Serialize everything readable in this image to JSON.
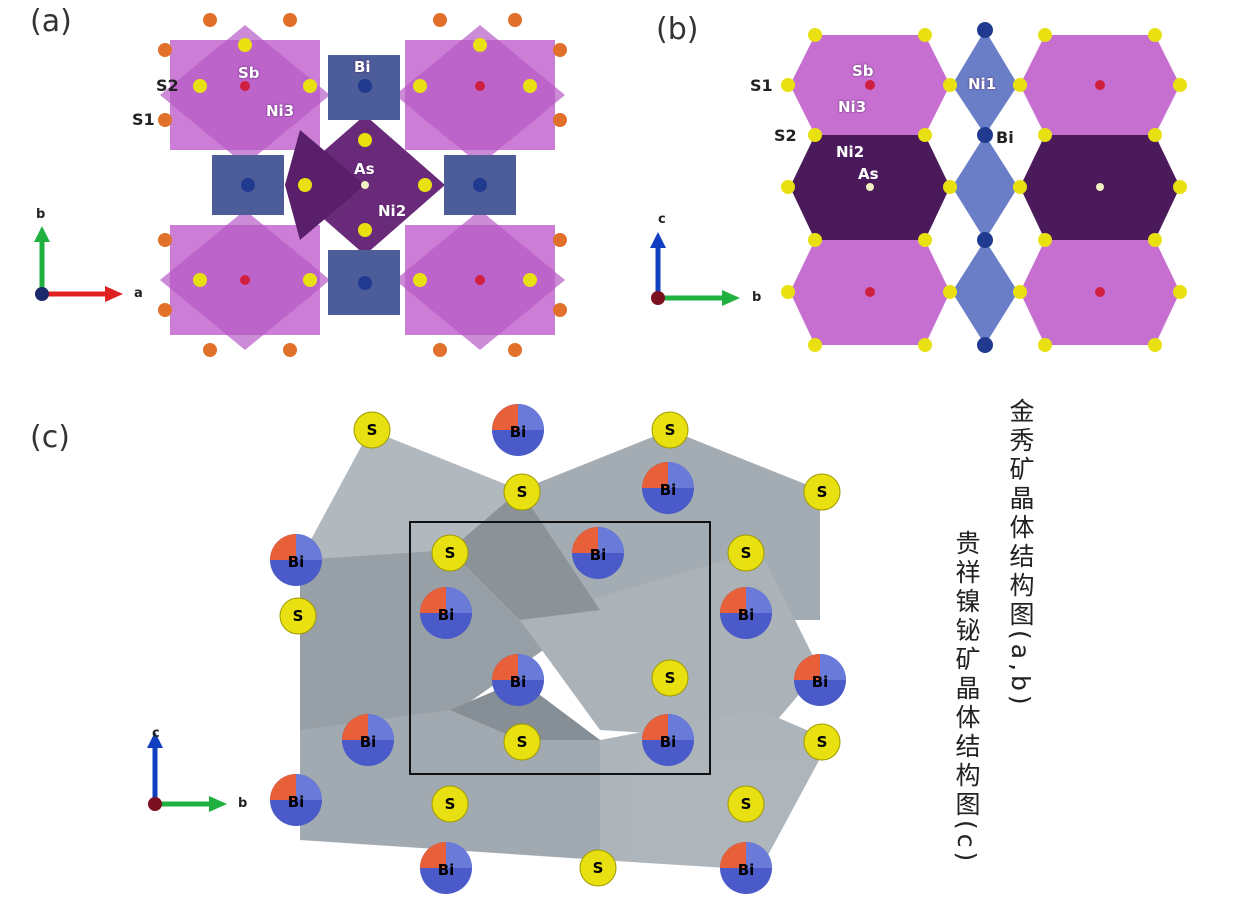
{
  "panel_a": {
    "label": "(a)",
    "atoms": {
      "sb": "Sb",
      "ni3": "Ni3",
      "bi": "Bi",
      "as": "As",
      "ni2": "Ni2"
    },
    "sites": {
      "s2": "S2",
      "s1": "S1"
    },
    "axes": {
      "vertical": "b",
      "horizontal": "a"
    }
  },
  "panel_b": {
    "label": "(b)",
    "atoms": {
      "sb": "Sb",
      "ni3": "Ni3",
      "ni1": "Ni1",
      "bi": "Bi",
      "ni2": "Ni2",
      "as": "As"
    },
    "sites": {
      "s1": "S1",
      "s2": "S2"
    },
    "axes": {
      "vertical": "c",
      "horizontal": "b"
    }
  },
  "panel_c": {
    "label": "(c)",
    "atoms": {
      "bi": "Bi",
      "s": "S"
    },
    "axes": {
      "vertical": "c",
      "horizontal": "b"
    }
  },
  "captions": {
    "caption_1": "金秀矿晶体结构图(a,b)",
    "caption_2": "贵祥镍铋矿晶体结构图(c)"
  },
  "colors": {
    "pink_polyhedron": "#c66fd0",
    "dark_purple": "#6a2a7a",
    "blue_polyhedron": "#5b6db0",
    "grey_polyhedron": "#9aa3ab",
    "s_yellow": "#e8e010",
    "bi_blue": "#4a5ac8",
    "bi_red": "#e8603a",
    "axis_red": "#e02020",
    "axis_green": "#20b040",
    "axis_blue": "#1040c0"
  }
}
